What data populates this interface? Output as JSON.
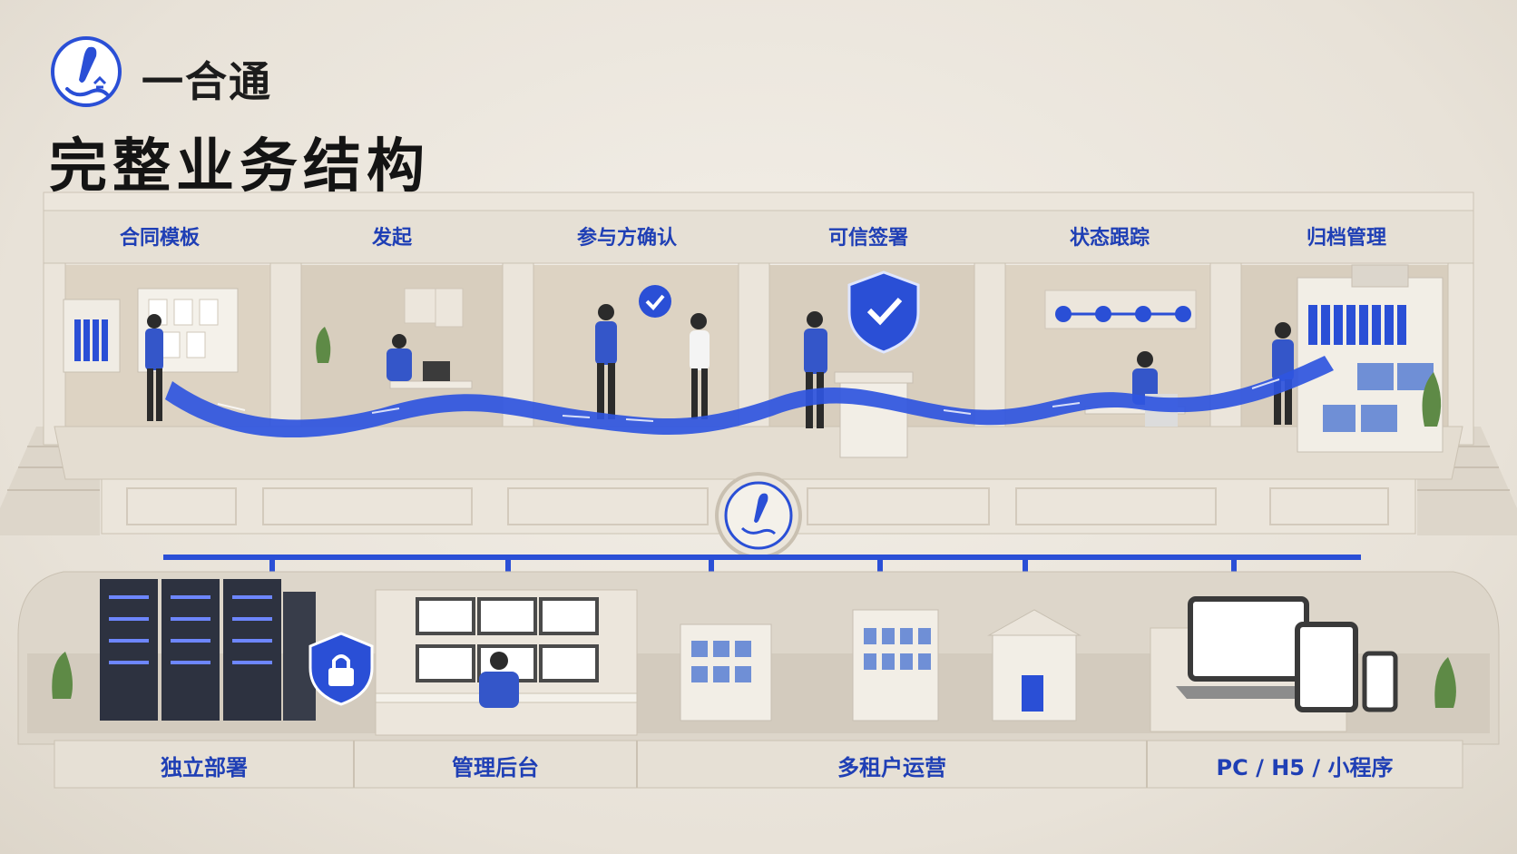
{
  "header": {
    "brand_name": "一合通",
    "title": "完整业务结构"
  },
  "colors": {
    "accent": "#2a4fd6",
    "label": "#1f3fb5",
    "stone": "#e9e3d8",
    "stone_dark": "#cfc6b8"
  },
  "stages": [
    {
      "label": "合同模板"
    },
    {
      "label": "发起"
    },
    {
      "label": "参与方确认"
    },
    {
      "label": "可信签署"
    },
    {
      "label": "状态跟踪"
    },
    {
      "label": "归档管理"
    }
  ],
  "foundation": [
    {
      "label": "独立部署"
    },
    {
      "label": "管理后台"
    },
    {
      "label": "多租户运营"
    },
    {
      "label": "PC / H5 / 小程序"
    }
  ],
  "icons": [
    "brand-logo-icon",
    "check-badge-icon",
    "shield-check-icon",
    "progress-steps-icon",
    "lock-shield-icon"
  ]
}
